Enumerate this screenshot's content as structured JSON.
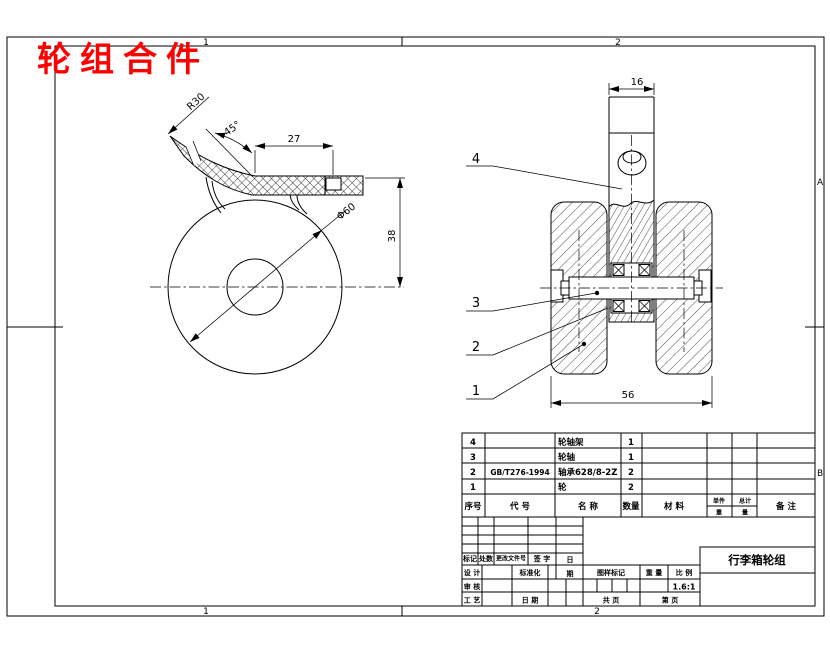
{
  "title": "轮组合件",
  "zone_labels": {
    "top_1": "1",
    "top_2": "2",
    "bottom_1": "1",
    "bottom_2": "2",
    "right_a": "A",
    "right_b": "B"
  },
  "side_view": {
    "dim_radius": "R30",
    "dim_angle": "45°",
    "dim_width": "27",
    "dim_height": "38",
    "dim_diameter": "Φ60"
  },
  "front_view": {
    "dim_stem_width": "16",
    "dim_overall_width": "56",
    "callout_4": "4",
    "callout_3": "3",
    "callout_2": "2",
    "callout_1": "1"
  },
  "bom": {
    "header": {
      "seq": "序号",
      "code": "代  号",
      "name": "名  称",
      "qty": "数量",
      "material": "材  料",
      "unit": "单件",
      "total": "总计",
      "weight_a": "重",
      "weight_b": "量",
      "remark": "备  注"
    },
    "rows": [
      {
        "seq": "4",
        "code": "",
        "name": "轮轴架",
        "qty": "1"
      },
      {
        "seq": "3",
        "code": "",
        "name": "轮轴",
        "qty": "1"
      },
      {
        "seq": "2",
        "code": "GB/T276-1994",
        "name": "轴承628/8-2Z",
        "qty": "2"
      },
      {
        "seq": "1",
        "code": "",
        "name": "轮",
        "qty": "2"
      }
    ]
  },
  "title_block": {
    "mark": "标记",
    "count": "处数",
    "change_doc": "更改文件号",
    "signature": "签 字",
    "date_top": "日",
    "date_bottom": "期",
    "design": "设 计",
    "standardization": "标准化",
    "check": "审 核",
    "process": "工 艺",
    "date": "日 期",
    "drawing_mark": "图样标记",
    "weight": "重 量",
    "scale": "比 例",
    "scale_value": "1.6:1",
    "sheet_total": "共 页",
    "sheet_number": "第 页",
    "part_name": "行李箱轮组"
  }
}
